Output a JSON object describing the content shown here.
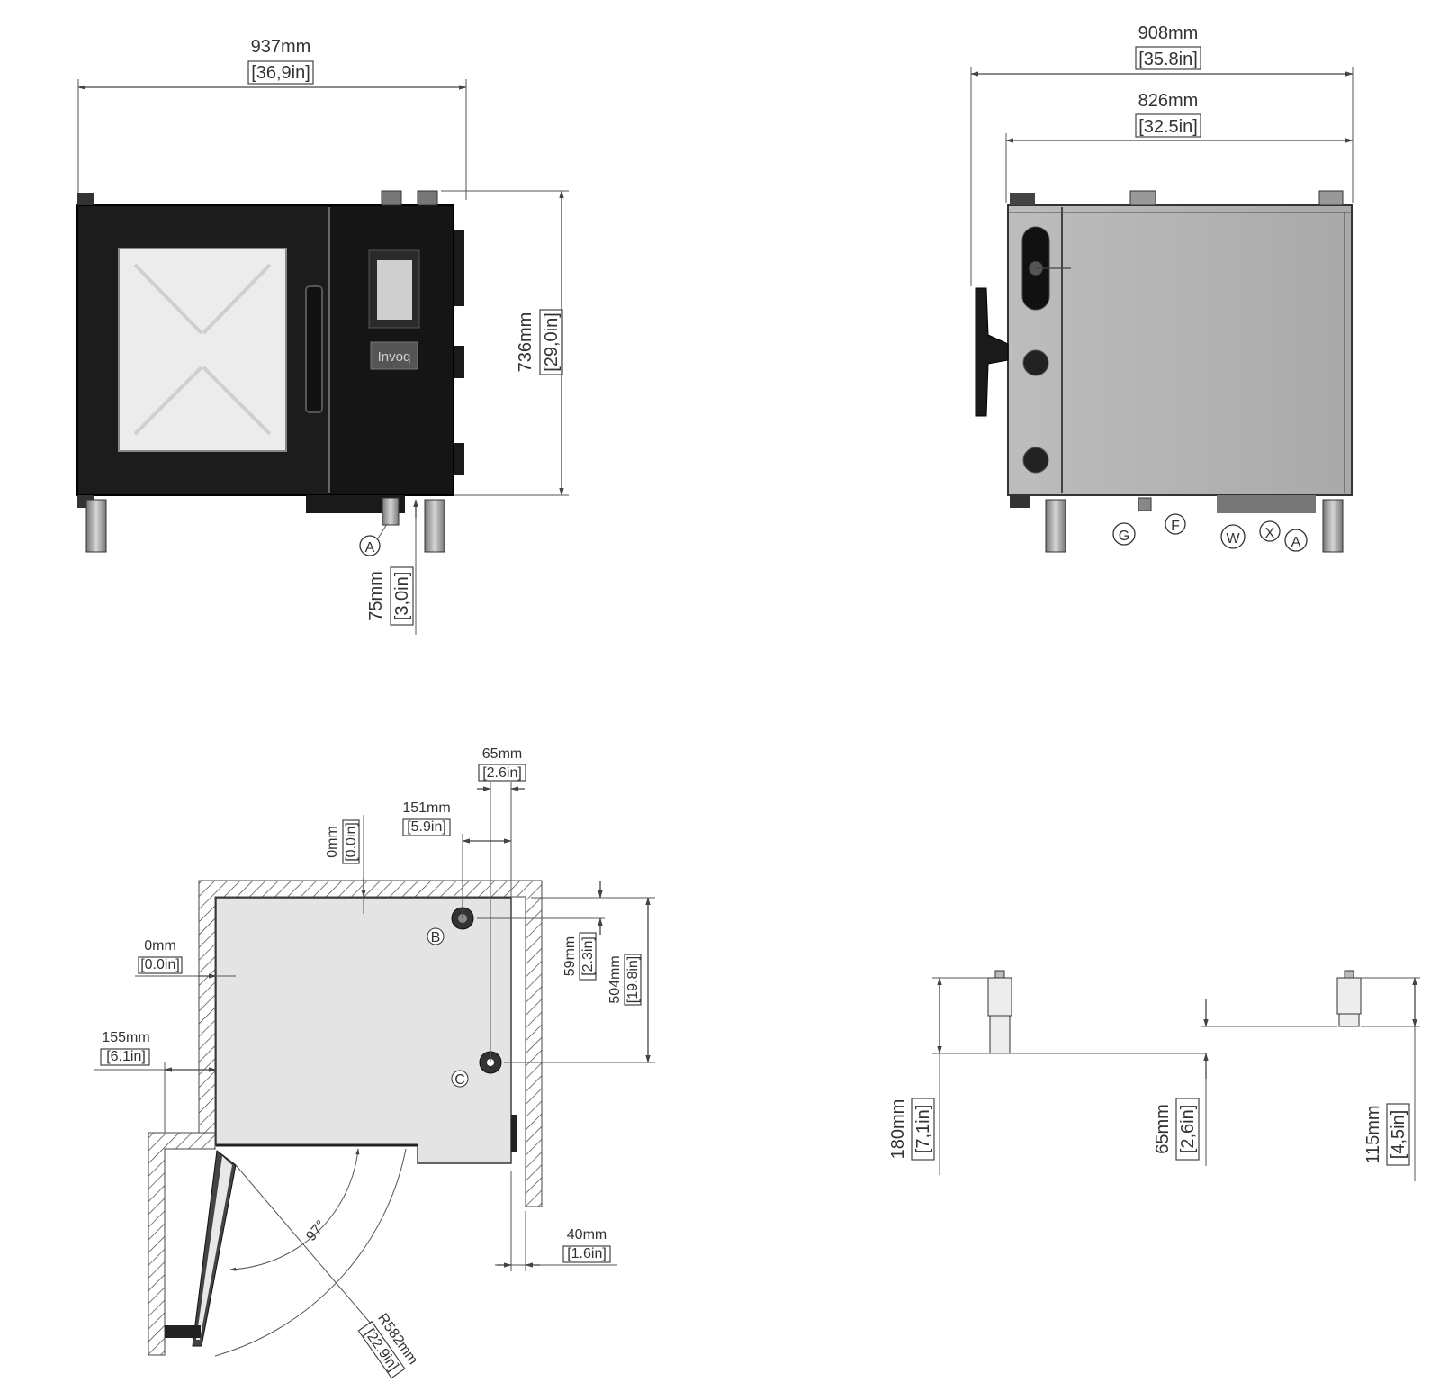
{
  "front_view": {
    "width_mm": "937mm",
    "width_in": "[36,9in]",
    "height_mm": "736mm",
    "height_in": "[29,0in]",
    "leg_mm": "75mm",
    "leg_in": "[3,0in]",
    "brand": "Invoq",
    "label_a": "A"
  },
  "side_view": {
    "total_mm": "908mm",
    "total_in": "[35.8in]",
    "body_mm": "826mm",
    "body_in": "[32.5in]",
    "labels": [
      "G",
      "F",
      "W",
      "X",
      "A"
    ]
  },
  "top_view": {
    "d65_mm": "65mm",
    "d65_in": "[2.6in]",
    "d151_mm": "151mm",
    "d151_in": "[5.9in]",
    "d0a_mm": "0mm",
    "d0a_in": "[0.0in]",
    "d0b_mm": "0mm",
    "d0b_in": "[0.0in]",
    "d155_mm": "155mm",
    "d155_in": "[6.1in]",
    "d59_mm": "59mm",
    "d59_in": "[2.3in]",
    "d504_mm": "504mm",
    "d504_in": "[19.8in]",
    "d40_mm": "40mm",
    "d40_in": "[1.6in]",
    "angle": "97°",
    "radius_mm": "R582mm",
    "radius_in": "[22.9in]",
    "label_b": "B",
    "label_c": "C"
  },
  "legs_view": {
    "d180_mm": "180mm",
    "d180_in": "[7,1in]",
    "d65_mm": "65mm",
    "d65_in": "[2,6in]",
    "d115_mm": "115mm",
    "d115_in": "[4,5in]"
  }
}
